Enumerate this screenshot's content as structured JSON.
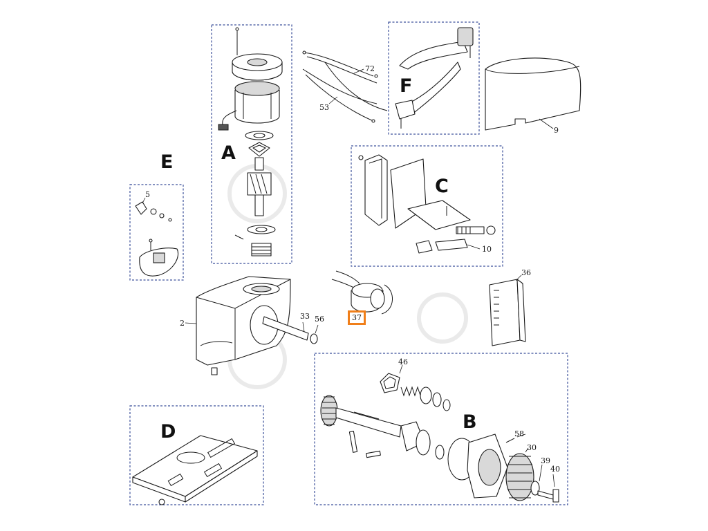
{
  "groups": [
    {
      "id": "A",
      "label": "A"
    },
    {
      "id": "B",
      "label": "B"
    },
    {
      "id": "C",
      "label": "C"
    },
    {
      "id": "D",
      "label": "D"
    },
    {
      "id": "E",
      "label": "E"
    },
    {
      "id": "F",
      "label": "F"
    }
  ],
  "callouts": {
    "p2": "2",
    "p5": "5",
    "p9": "9",
    "p10": "10",
    "p30": "30",
    "p33": "33",
    "p36": "36",
    "p37": "37",
    "p39": "39",
    "p40": "40",
    "p46": "46",
    "p53": "53",
    "p56": "56",
    "p58": "58",
    "p72": "72"
  },
  "highlight_color": "#f07f1a",
  "box_color": "#3b4f9a"
}
